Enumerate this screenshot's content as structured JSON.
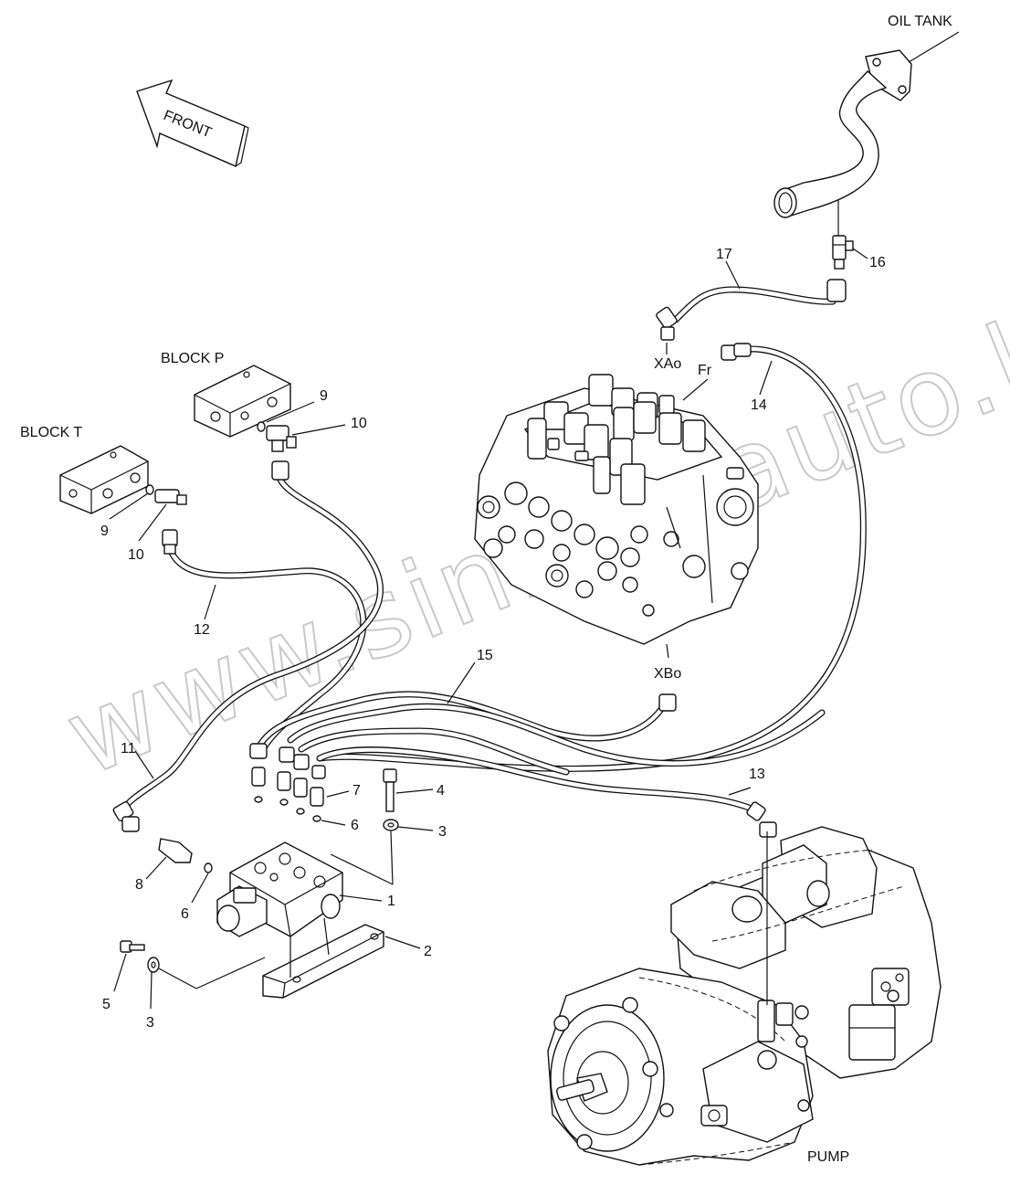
{
  "labels": {
    "oil_tank": "OIL TANK",
    "front": "FRONT",
    "block_p": "BLOCK P",
    "block_t": "BLOCK T",
    "xao": "XAo",
    "fr": "Fr",
    "xbo": "XBo",
    "pump": "PUMP"
  },
  "watermark": "www.sinhro-auto.kz",
  "callouts": {
    "c1": "1",
    "c2": "2",
    "c3a": "3",
    "c3b": "3",
    "c4": "4",
    "c5": "5",
    "c6a": "6",
    "c6b": "6",
    "c7": "7",
    "c8": "8",
    "c9a": "9",
    "c9b": "9",
    "c10a": "10",
    "c10b": "10",
    "c11": "11",
    "c12": "12",
    "c13": "13",
    "c14": "14",
    "c15": "15",
    "c16": "16",
    "c17": "17"
  },
  "icons": {
    "front_arrow": "front-arrow-icon"
  }
}
